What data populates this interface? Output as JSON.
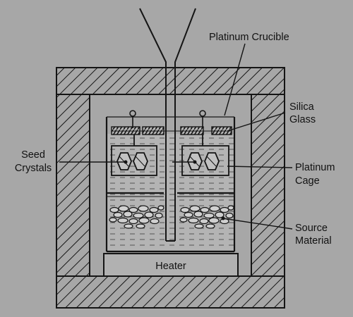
{
  "colors": {
    "background": "#a7a7a7",
    "ink": "#151515",
    "liquid": "#b5b5b5"
  },
  "labels": {
    "platinum_crucible": "Platinum Crucible",
    "silica_glass_1": "Silica",
    "silica_glass_2": "Glass",
    "seed_crystals_1": "Seed",
    "seed_crystals_2": "Crystals",
    "platinum_cage_1": "Platinum",
    "platinum_cage_2": "Cage",
    "source_material_1": "Source",
    "source_material_2": "Material",
    "heater": "Heater"
  }
}
